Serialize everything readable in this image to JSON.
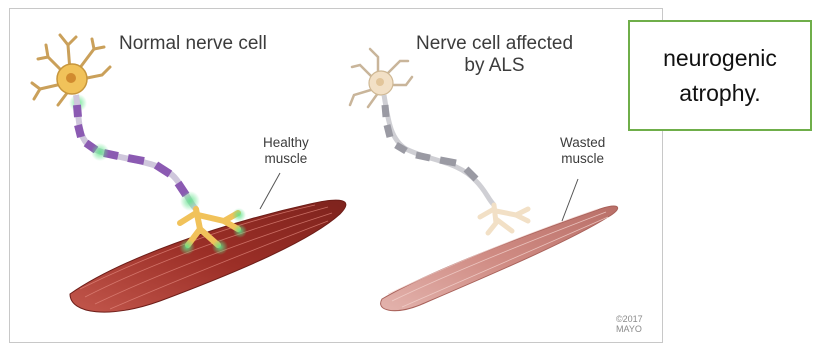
{
  "figure": {
    "left_title": "Normal nerve cell",
    "right_title_line1": "Nerve cell affected",
    "right_title_line2": "by ALS",
    "left_muscle_line1": "Healthy",
    "left_muscle_line2": "muscle",
    "right_muscle_line1": "Wasted",
    "right_muscle_line2": "muscle",
    "credit_line1": "©2017",
    "credit_line2": "MAYO"
  },
  "callout": {
    "text": "neurogenic atrophy."
  },
  "colors": {
    "muscle_healthy": "#a8372e",
    "muscle_wasted": "#d79a93",
    "cell_body": "#f1c25a",
    "myelin_healthy": "#8b5ab2",
    "glow": "#5fe28a",
    "callout_border": "#6fae4a"
  }
}
